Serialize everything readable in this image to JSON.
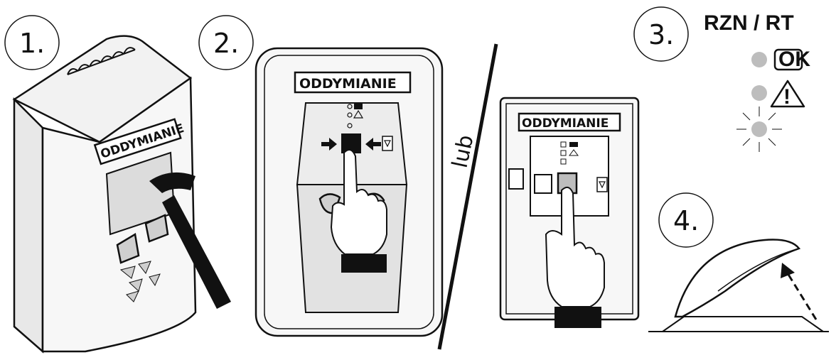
{
  "steps": {
    "step1": "1.",
    "step2": "2.",
    "step3": "3.",
    "step4": "4."
  },
  "device_label": "ODDYMIANIE",
  "alternative_word": "lub",
  "status_panel": {
    "title": "RZN / RT",
    "ok_badge": "OK",
    "warning_symbol": "!"
  },
  "colors": {
    "line": "#111111",
    "device_fill": "#f4f4f4",
    "glass_fill": "#d9d9d9",
    "led_grey": "#bdbdbd",
    "cuff": "#111111"
  }
}
